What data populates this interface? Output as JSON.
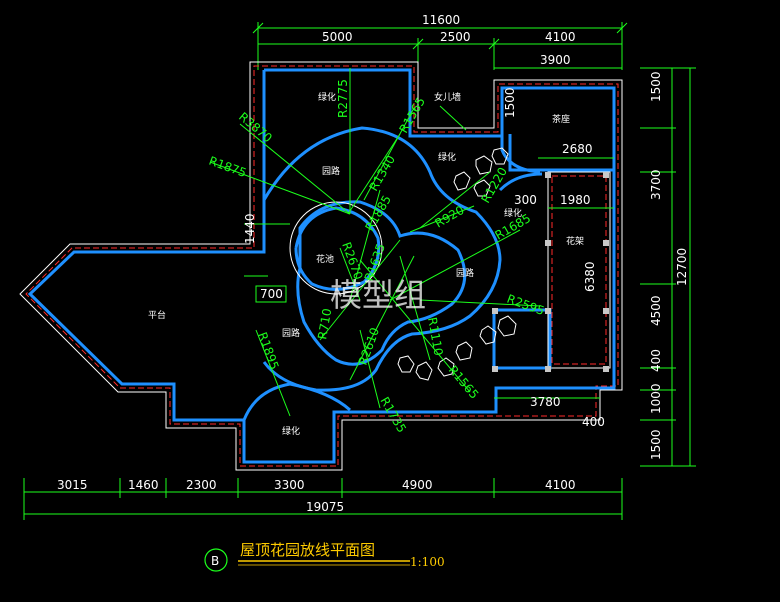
{
  "dims": {
    "top_total": "11600",
    "top_a": "5000",
    "top_b": "2500",
    "top_c": "4100",
    "top_tea": "3900",
    "tea_inner": "2680",
    "small_300": "300",
    "small_1980": "1980",
    "small_1500v": "1500",
    "right_1500": "1500",
    "right_3700": "3700",
    "right_4500": "4500",
    "right_400": "400",
    "right_1000": "1000",
    "right_1500b": "1500",
    "right_total": "12700",
    "pergola_6380": "6380",
    "bot_3780": "3780",
    "bot_400": "400",
    "b1": "3015",
    "b2": "1460",
    "b3": "2300",
    "b4": "3300",
    "b5": "4900",
    "b6": "4100",
    "bottom_total": "19075",
    "left_1440": "1440",
    "left_700": "700"
  },
  "radii": [
    "R2775",
    "R1565",
    "R3870",
    "R1340",
    "R1875",
    "R1885",
    "R1220",
    "R920",
    "R1685",
    "R2670",
    "R1635",
    "R2595",
    "R710",
    "R2610",
    "R1110",
    "R1565",
    "R1895",
    "R1735"
  ],
  "labels": {
    "greening": "绿化",
    "garden_path": "园路",
    "children_wall": "女儿墙",
    "tea_seat": "茶座",
    "pergola": "花架",
    "pond": "花池",
    "terrace": "平台"
  },
  "title": "屋顶花园放线平面图",
  "scale": "1:100",
  "marker": "B",
  "watermark": "模型组"
}
